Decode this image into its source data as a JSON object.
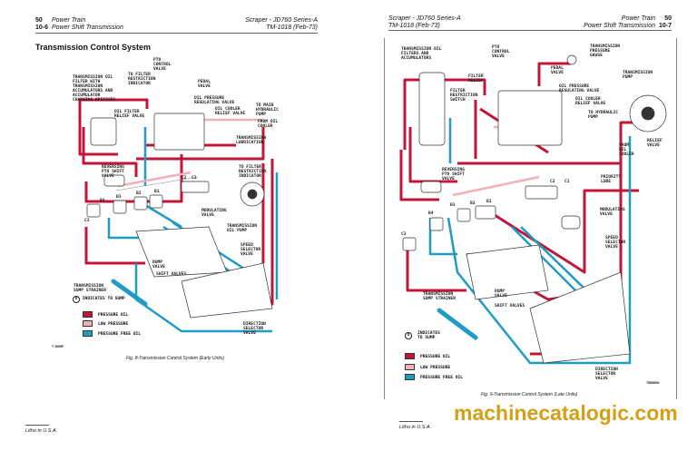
{
  "left_page": {
    "header": {
      "page_no": "50",
      "section_no": "10-6",
      "section": "Power Train",
      "subsection": "Power Shift Transmission",
      "machine": "Scraper  -  JD760 Series-A",
      "manual": "TM-1018    (Feb-73)"
    },
    "title": "Transmission Control System",
    "labels": {
      "pto": "PTO\nCONTROL\nVALVE",
      "filter_ind": "TO FILTER\nRESTRICTION\nINDICATOR",
      "filter": "TRANSMISSION OIL\nFILTER WITH\nTRANSMISSION\nACCUMULATORS AND\nACCUMULATOR\nCHARGING ORIFICES",
      "pedal": "PEDAL\nVALVE",
      "regulating": "OIL PRESSURE\nREGULATING VALVE",
      "cooler_relief": "OIL COOLER\nRELIEF VALVE",
      "main_pump": "TO MAIN\nHYDRAULIC\nPUMP",
      "filter_relief": "OIL FILTER\nRELIEF VALVE",
      "from_cooler": "FROM OIL\nCOOLER",
      "lube": "TRANSMISSION\nLUBRICATION",
      "reversing": "REVERSING\nPTO SHIFT\nVALVE",
      "filter_ind2": "TO FILTER\nRESTRICTION\nINDICATOR",
      "modulating": "MODULATING\nVALVE",
      "oil_pump": "TRANSMISSION\nOIL PUMP",
      "speed": "SPEED\nSELECTOR\nVALVE",
      "dump": "DUMP\nVALVE",
      "shift": "SHIFT VALVES",
      "strainer": "TRANSMISSION\nSUMP STRAINER",
      "direction": "DIRECTION\nSELECTOR\nVALVE",
      "c1": "C1",
      "c2": "C2",
      "c3": "C3",
      "b1": "B1",
      "b2": "B2",
      "b3": "B3",
      "b4": "B4"
    },
    "sump_note": "INDICATES TO SUMP",
    "sump_symbol": "X",
    "legend": [
      "PRESSURE OIL",
      "LOW PRESSURE",
      "PRESSURE FREE OIL"
    ],
    "fig_code": "T 1999F",
    "caption": "Fig. 8-Transmission Control System (Early Units)",
    "footer": "Litho in U.S.A."
  },
  "right_page": {
    "header": {
      "page_no": "50",
      "section_no": "10-7",
      "section": "Power Train",
      "subsection": "Power Shift Transmission",
      "machine": "Scraper  -  JD760 Series-A",
      "manual": "TM-1018    (Feb-73)"
    },
    "labels": {
      "filters": "TRANSMISSION OIL\nFILTERS AND\nACCUMULATORS",
      "pto": "PTO\nCONTROL\nVALVE",
      "gauge": "TRANSMISSION\nPRESSURE\nGAUGE",
      "pump": "TRANSMISSION\nPUMP",
      "pedal": "PEDAL\nVALVE",
      "filter_relief": "FILTER\nRELIEF",
      "switch": "FILTER\nRESTRICTION\nSWITCH",
      "regulating": "OIL PRESSURE\nREGULATING VALVE",
      "cooler_relief": "OIL COOLER\nRELIEF VALVE",
      "hyd_pump": "TO HYDRAULIC\nPUMP",
      "relief": "RELIEF\nVALVE",
      "from_cooler": "FROM\nOIL\nCOOLER",
      "reversing": "REVERSING\nPTO SHIFT\nVALVE",
      "priority": "PRIORITY\nLUBE",
      "modulating": "MODULATING\nVALVE",
      "speed": "SPEED\nSELECTOR\nVALVE",
      "dump": "DUMP\nVALVE",
      "shift": "SHIFT VALVES",
      "strainer": "TRANSMISSION\nSUMP STRAINER",
      "direction": "DIRECTION\nSELECTOR\nVALVE",
      "c1": "C1",
      "c2": "C2",
      "c3": "C3",
      "b1": "B1",
      "b2": "B2",
      "b3": "B3",
      "b4": "B4"
    },
    "sump_note": "INDICATES\nTO SUMP",
    "sump_symbol": "X",
    "legend": [
      "PRESSURE OIL",
      "LOW PRESSURE",
      "PRESSURE FREE OIL"
    ],
    "fig_code": "T58888N",
    "caption": "Fig. 9-Transmission Control System (Late Units)",
    "footer": "Litho in U.S.A."
  },
  "watermark": "machinecatalogic.com",
  "colors": {
    "pressure_oil": "#c0163a",
    "low_pressure": "#f0b0b8",
    "pressure_free": "#1f9bc4",
    "watermark": "#d4a017"
  }
}
